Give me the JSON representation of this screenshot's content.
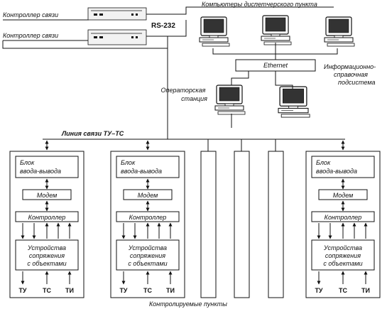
{
  "labels": {
    "controller_top": "Контроллер связи",
    "controller_bottom": "Контроллер связи",
    "rs232": "RS-232",
    "computers": "Компьютеры диспетчерского пункта",
    "ethernet": "Ethernet",
    "info": [
      "Информационно-",
      "справочная",
      "подсистема"
    ],
    "operator": [
      "Операторская",
      "станция"
    ],
    "line": "Линия связи ТУ–ТС",
    "controlled": "Контролируемые пункты"
  },
  "point": {
    "io": [
      "Блок",
      "ввода-вывода"
    ],
    "modem": "Модем",
    "controller": "Контроллер",
    "coupling": [
      "Устройства",
      "сопряжения",
      "с объектами"
    ],
    "outputs": [
      "ТУ",
      "ТС",
      "ТИ"
    ]
  },
  "icons": {
    "computer": "computer-icon",
    "modem_device": "rack-device-icon"
  }
}
